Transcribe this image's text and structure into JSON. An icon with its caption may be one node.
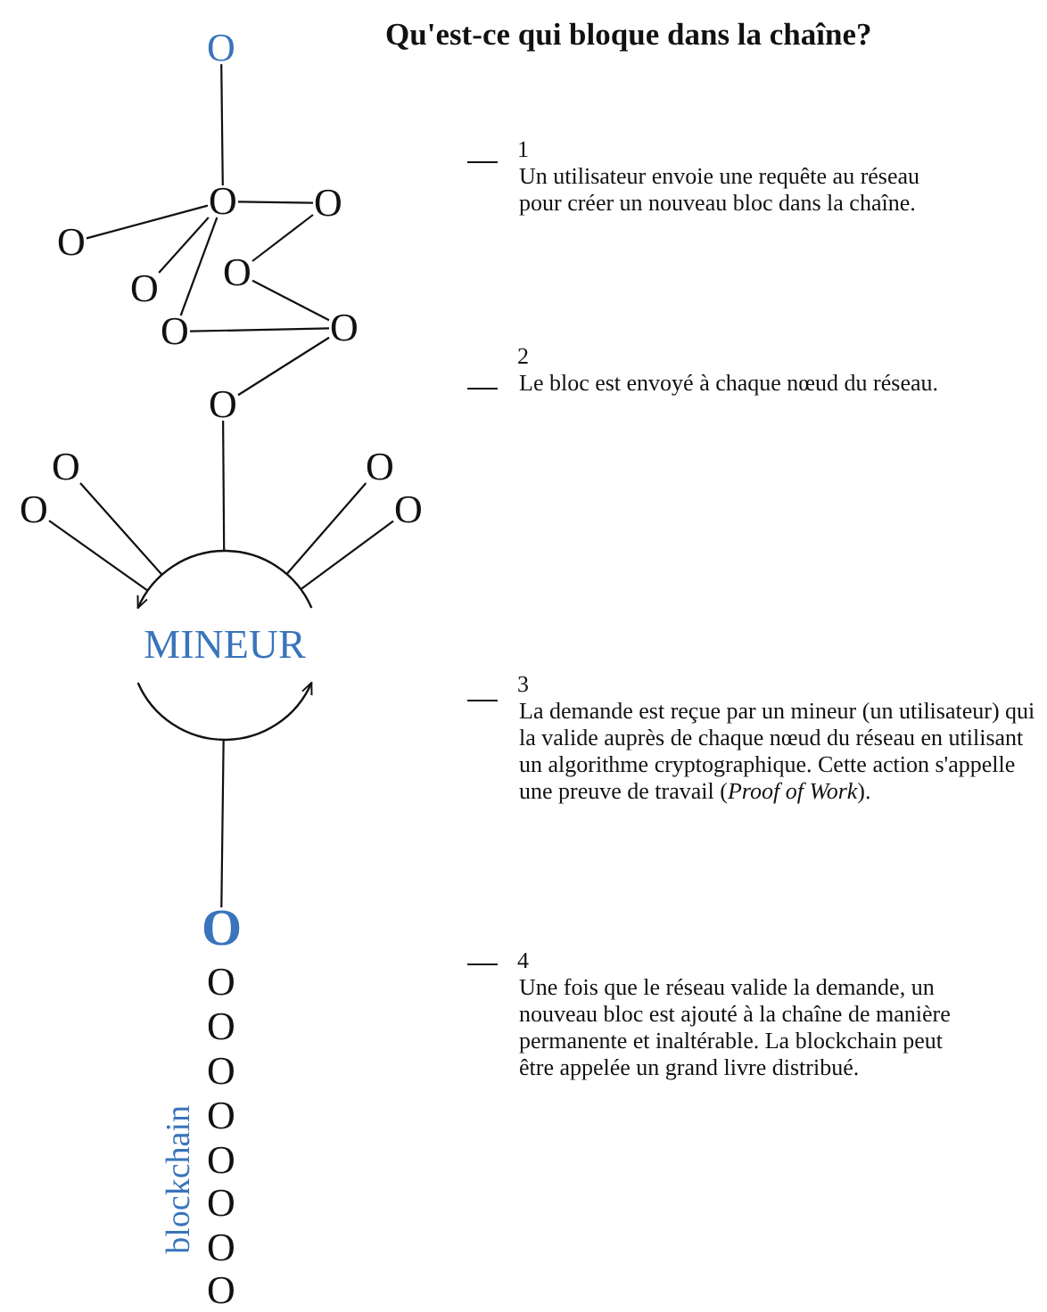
{
  "diagram": {
    "title": "Qu'est-ce qui bloque dans la chaîne?",
    "nodes": [
      {
        "text": [
          "O"
        ]
      },
      {
        "text": [
          "O"
        ]
      },
      {
        "text": [
          "O"
        ]
      },
      {
        "text": [
          "O"
        ]
      },
      {
        "text": [
          "O"
        ]
      },
      {
        "text": [
          "O"
        ]
      },
      {
        "text": [
          "O"
        ]
      },
      {
        "text": [
          "O"
        ]
      },
      {
        "text": [
          "O"
        ]
      },
      {
        "text": [
          "O"
        ]
      },
      {
        "text": [
          "O"
        ]
      },
      {
        "text": [
          "O"
        ]
      },
      {
        "text": [
          "O"
        ]
      },
      {
        "text": [
          "MINEUR"
        ]
      },
      {
        "text": [
          "O"
        ]
      },
      {
        "text": [
          "O"
        ]
      },
      {
        "text": [
          "O"
        ]
      },
      {
        "text": [
          "O"
        ]
      },
      {
        "text": [
          "O"
        ]
      },
      {
        "text": [
          "O"
        ]
      },
      {
        "text": [
          "O"
        ]
      },
      {
        "text": [
          "O"
        ]
      },
      {
        "text": [
          "O"
        ]
      }
    ],
    "edges": [
      {
        "from": 0,
        "to": 1,
        "arrow": "none"
      },
      {
        "from": 1,
        "to": 2,
        "arrow": "none"
      },
      {
        "from": 1,
        "to": 3,
        "arrow": "none"
      },
      {
        "from": 1,
        "to": 5,
        "arrow": "none"
      },
      {
        "from": 1,
        "to": 6,
        "arrow": "none"
      },
      {
        "from": 2,
        "to": 4,
        "arrow": "none"
      },
      {
        "from": 4,
        "to": 7,
        "arrow": "none"
      },
      {
        "from": 6,
        "to": 7,
        "arrow": "none"
      },
      {
        "from": 7,
        "to": 8,
        "arrow": "none"
      },
      {
        "from": 8,
        "to": 13,
        "arrow": "none"
      },
      {
        "from": 9,
        "to": 13,
        "arrow": "none"
      },
      {
        "from": 10,
        "to": 13,
        "arrow": "none"
      },
      {
        "from": 11,
        "to": 13,
        "arrow": "none"
      },
      {
        "from": 12,
        "to": 13,
        "arrow": "none"
      },
      {
        "from": 13,
        "to": 14,
        "arrow": "none"
      },
      {
        "from": 13,
        "to": 13,
        "arrow": "to"
      },
      {
        "from": 13,
        "to": 13,
        "arrow": "to"
      }
    ],
    "labels": [
      "1",
      "Un utilisateur envoie une requête au réseau pour créer un nouveau bloc dans la chaîne.",
      "2",
      "Le bloc est envoyé à chaque nœud du réseau.",
      "3",
      "La demande est reçue par un mineur (un utilisateur) qui la valide auprès de chaque nœud du réseau en utilisant un algorithme cryptographique. Cette action s'appelle une preuve de travail (*Proof of Work*).",
      "4",
      "Une fois que le réseau valide la demande, un nouveau bloc est ajouté à la chaîne de manière permanente et inaltérable. La blockchain peut être appelée un grand livre distribué.",
      "blockchain"
    ]
  }
}
